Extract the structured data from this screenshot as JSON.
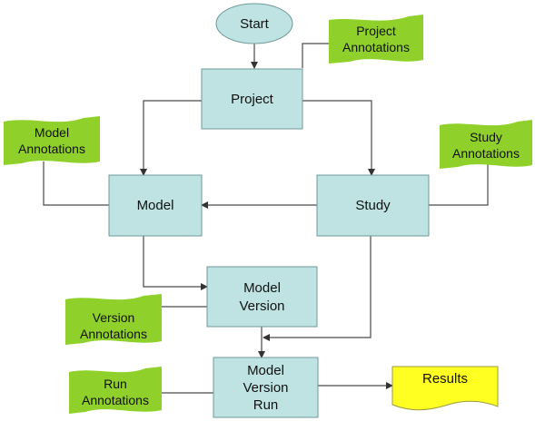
{
  "start": "Start",
  "project": "Project",
  "model": "Model",
  "study": "Study",
  "model_version": [
    "Model",
    "Version"
  ],
  "model_version_run": [
    "Model",
    "Version",
    "Run"
  ],
  "results": "Results",
  "annotations": {
    "project": [
      "Project",
      "Annotations"
    ],
    "model": [
      "Model",
      "Annotations"
    ],
    "study": [
      "Study",
      "Annotations"
    ],
    "version": [
      "Version",
      "Annotations"
    ],
    "run": [
      "Run",
      "Annotations"
    ]
  },
  "colors": {
    "process_fill": "#bfe3e3",
    "annotation_fill": "#8fd12a",
    "results_fill": "#ffff22"
  }
}
